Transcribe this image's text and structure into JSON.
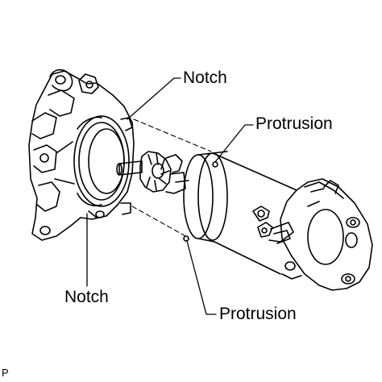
{
  "labels": {
    "notch_top": "Notch",
    "protrusion_top": "Protrusion",
    "notch_bottom": "Notch",
    "protrusion_bottom": "Protrusion"
  },
  "figure_code": "P"
}
